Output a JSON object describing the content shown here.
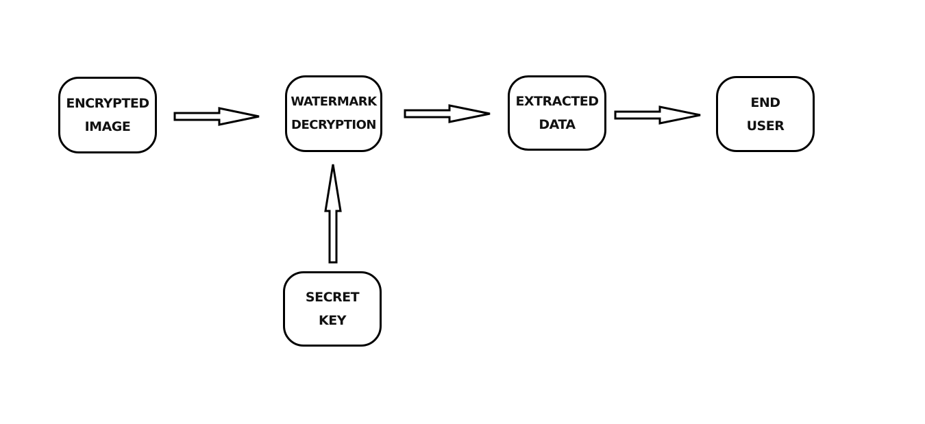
{
  "diagram": {
    "nodes": {
      "encrypted_image": {
        "lines": [
          "ENCRYPTED",
          "IMAGE"
        ]
      },
      "watermark_decryption": {
        "lines": [
          "WATERMARK",
          "DECRYPTION"
        ]
      },
      "extracted_data": {
        "lines": [
          "EXTRACTED",
          "DATA"
        ]
      },
      "end_user": {
        "lines": [
          "END",
          "USER"
        ]
      },
      "secret_key": {
        "lines": [
          "SECRET",
          "KEY"
        ]
      }
    },
    "edges": [
      {
        "from": "encrypted_image",
        "to": "watermark_decryption"
      },
      {
        "from": "watermark_decryption",
        "to": "extracted_data"
      },
      {
        "from": "extracted_data",
        "to": "end_user"
      },
      {
        "from": "secret_key",
        "to": "watermark_decryption"
      }
    ],
    "colors": {
      "stroke": "#000000",
      "fill": "#ffffff",
      "text": "#111111"
    }
  }
}
